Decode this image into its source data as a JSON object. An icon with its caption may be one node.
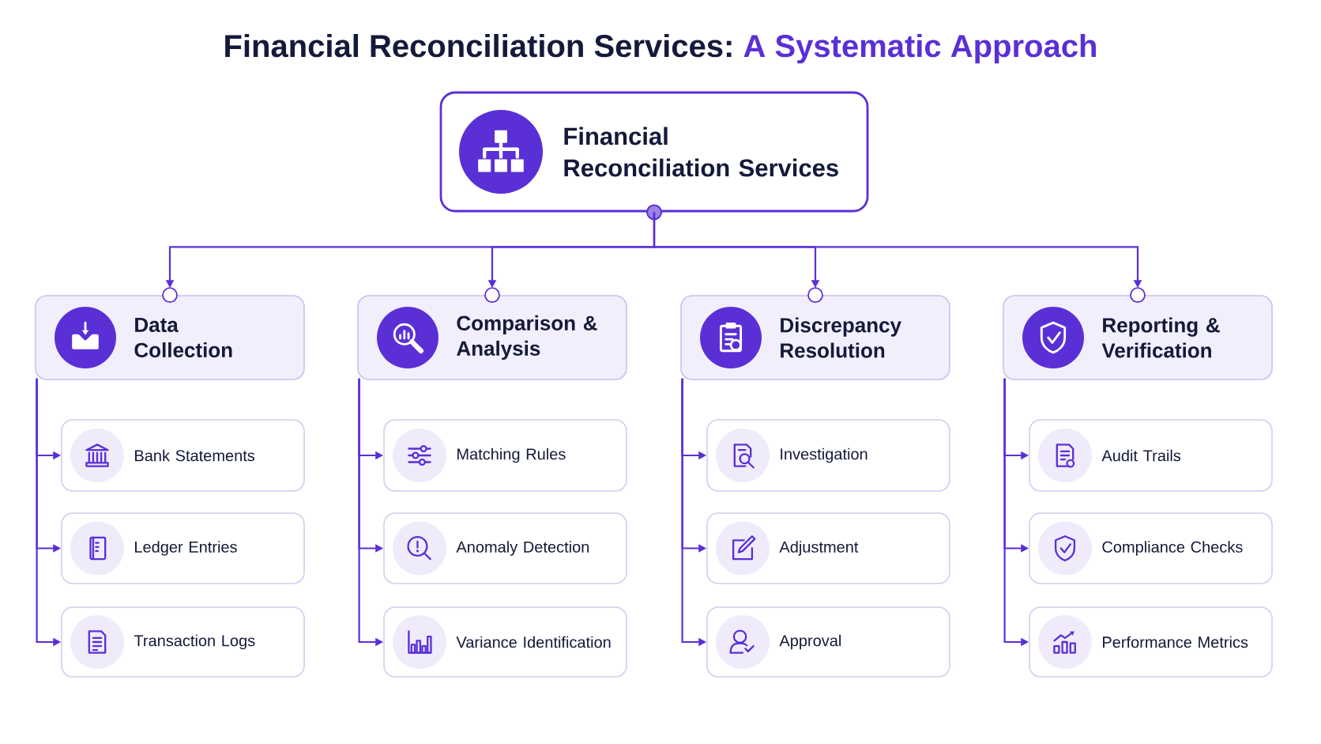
{
  "diagram": {
    "title": "Financial Reconciliation Services:",
    "nodes": [
      {
        "text": [
          "Financial Reconciliation Services"
        ]
      },
      {
        "text": [
          "Data Collection"
        ]
      },
      {
        "text": [
          "Bank Statements"
        ]
      },
      {
        "text": [
          "Ledger Entries"
        ]
      },
      {
        "text": [
          "Transaction Logs"
        ]
      },
      {
        "text": [
          "Comparison & Analysis"
        ]
      },
      {
        "text": [
          "Matching Rules"
        ]
      },
      {
        "text": [
          "Anomaly Detection"
        ]
      },
      {
        "text": [
          "Variance Identification"
        ]
      },
      {
        "text": [
          "Discrepancy Resolution"
        ]
      },
      {
        "text": [
          "Investigation"
        ]
      },
      {
        "text": [
          "Adjustment"
        ]
      },
      {
        "text": [
          "Approval"
        ]
      },
      {
        "text": [
          "Reporting & Verification"
        ]
      },
      {
        "text": [
          "Audit Trails"
        ]
      },
      {
        "text": [
          "Compliance Checks"
        ]
      },
      {
        "text": [
          "Performance Metrics"
        ]
      }
    ],
    "edges": [
      {
        "from": 0,
        "to": 1,
        "arrow": "to"
      },
      {
        "from": 0,
        "to": 5,
        "arrow": "to"
      },
      {
        "from": 0,
        "to": 9,
        "arrow": "to"
      },
      {
        "from": 0,
        "to": 13,
        "arrow": "to"
      },
      {
        "from": 1,
        "to": 2,
        "arrow": "to"
      },
      {
        "from": 1,
        "to": 3,
        "arrow": "to"
      },
      {
        "from": 1,
        "to": 4,
        "arrow": "to"
      },
      {
        "from": 5,
        "to": 6,
        "arrow": "to"
      },
      {
        "from": 5,
        "to": 7,
        "arrow": "to"
      },
      {
        "from": 5,
        "to": 8,
        "arrow": "to"
      },
      {
        "from": 9,
        "to": 10,
        "arrow": "to"
      },
      {
        "from": 9,
        "to": 11,
        "arrow": "to"
      },
      {
        "from": 9,
        "to": 12,
        "arrow": "to"
      },
      {
        "from": 13,
        "to": 14,
        "arrow": "to"
      },
      {
        "from": 13,
        "to": 15,
        "arrow": "to"
      },
      {
        "from": 13,
        "to": 16,
        "arrow": "to"
      }
    ],
    "labels": [
      "A Systematic Approach"
    ]
  }
}
